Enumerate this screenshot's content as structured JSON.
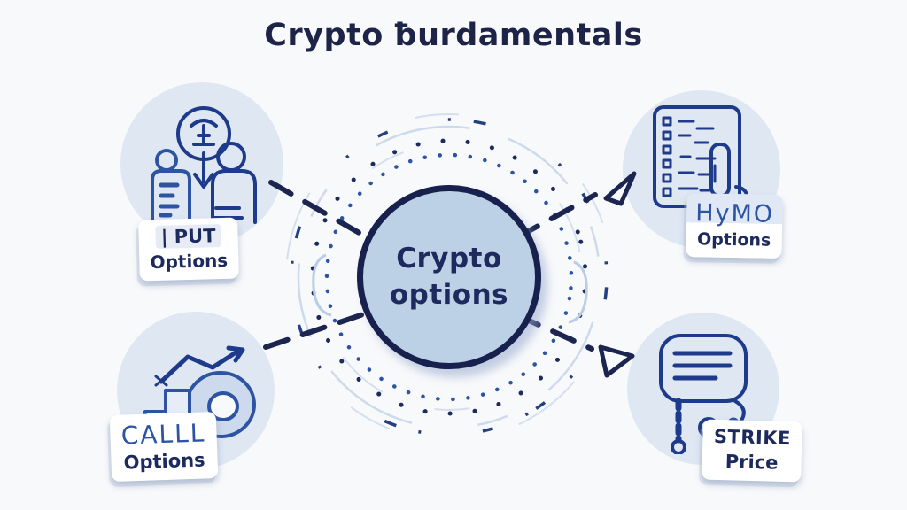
{
  "title": "Crypto ƀurdamentals",
  "center": {
    "line1": "Crypto",
    "line2": "options"
  },
  "nodes": {
    "put": {
      "label": "| PUT",
      "sublabel": "Options",
      "icon": "two-traders-down-arrow-icon"
    },
    "call": {
      "label": "CALLL",
      "sublabel": "Options",
      "icon": "rising-arrow-coin-icon"
    },
    "hymo": {
      "label": "HyMO",
      "sublabel": "Options",
      "icon": "data-board-flask-icon"
    },
    "strike": {
      "label": "STRIKE",
      "sublabel": "Price",
      "icon": "price-sign-lock-icon"
    }
  },
  "colors": {
    "background": "#f8f9fb",
    "title_navy": "#1e2447",
    "text_navy": "#1d2a5e",
    "icon_blue": "#2d53a3",
    "node_circle_fill": "#dee7f2",
    "center_circle_fill": "#bdd1e6",
    "center_circle_border": "#18204e",
    "ring_light_blue": "#ccdaec",
    "connector_navy": "#1b2550",
    "card_background": "#ffffff"
  }
}
